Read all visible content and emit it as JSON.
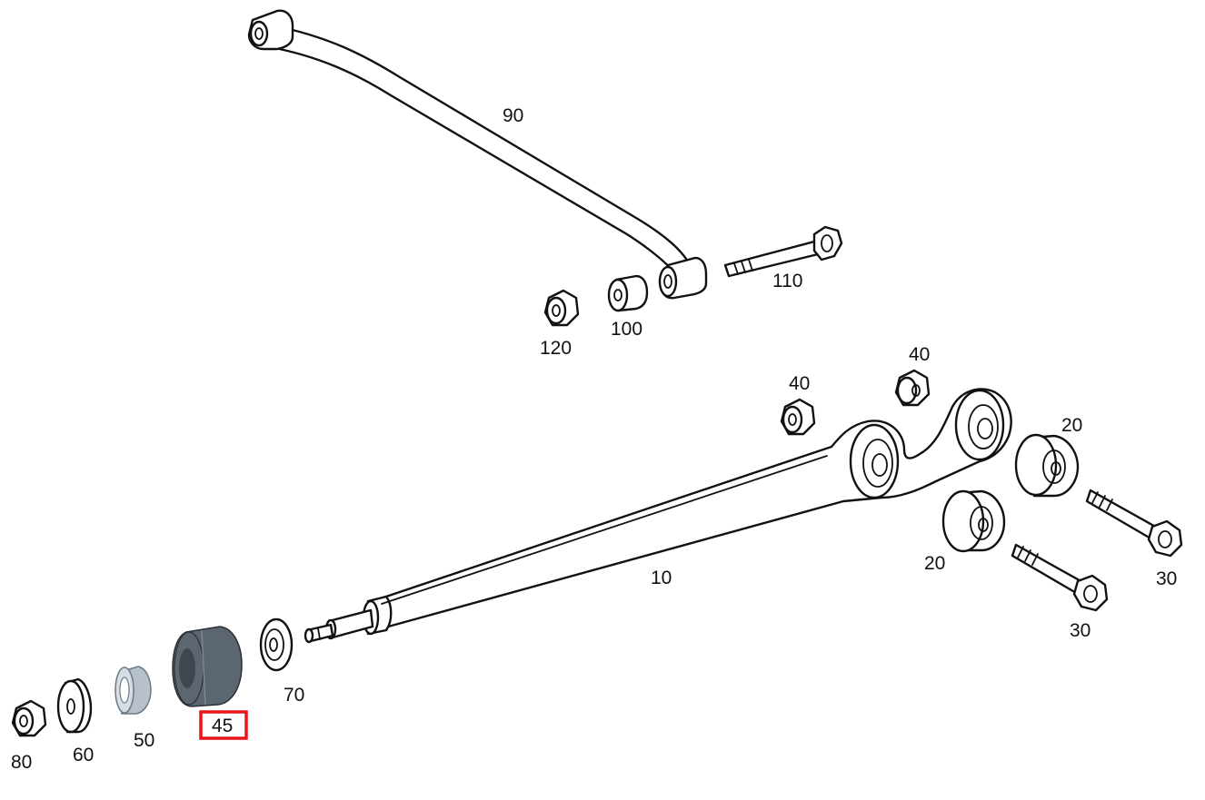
{
  "callouts": {
    "p10": "10",
    "p20a": "20",
    "p20b": "20",
    "p30a": "30",
    "p30b": "30",
    "p40a": "40",
    "p40b": "40",
    "p45": "45",
    "p50": "50",
    "p60": "60",
    "p70": "70",
    "p80": "80",
    "p90": "90",
    "p100": "100",
    "p110": "110",
    "p120": "120"
  },
  "highlight": {
    "part": "45",
    "box_color": "#e8151b",
    "part_fill": "#5b6670",
    "ring_fill": "#b7c1cb"
  }
}
